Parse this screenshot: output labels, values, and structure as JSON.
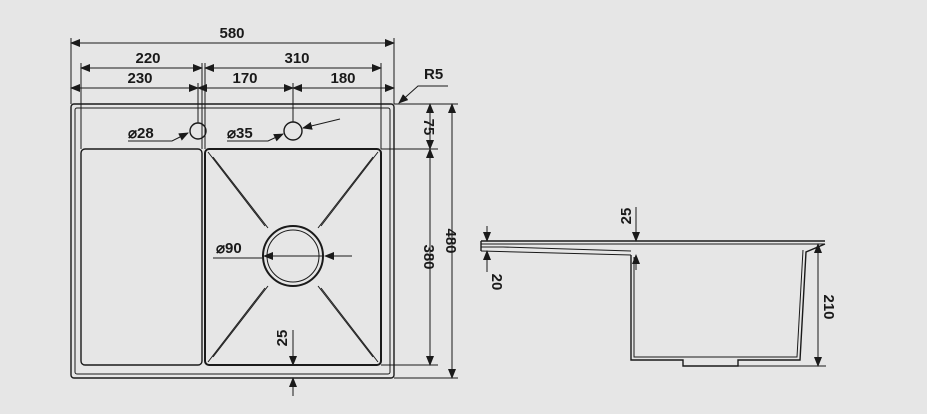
{
  "background": "#e6e6e6",
  "ink": "#1a1a1a",
  "top_view": {
    "dims": {
      "overall_width": "580",
      "left_part": "220",
      "right_part": "310",
      "left_lower": "230",
      "mid_lower": "170",
      "right_lower": "180",
      "corner_radius": "R5",
      "tap_hole": "⌀28",
      "overflow_hole": "⌀35",
      "drain": "⌀90",
      "top_offset": "75",
      "bowl_length": "380",
      "overall_depth": "480",
      "bottom_offset": "25"
    }
  },
  "side_view": {
    "dims": {
      "rim_step": "25",
      "deck_thickness": "20",
      "bowl_depth": "210"
    }
  }
}
